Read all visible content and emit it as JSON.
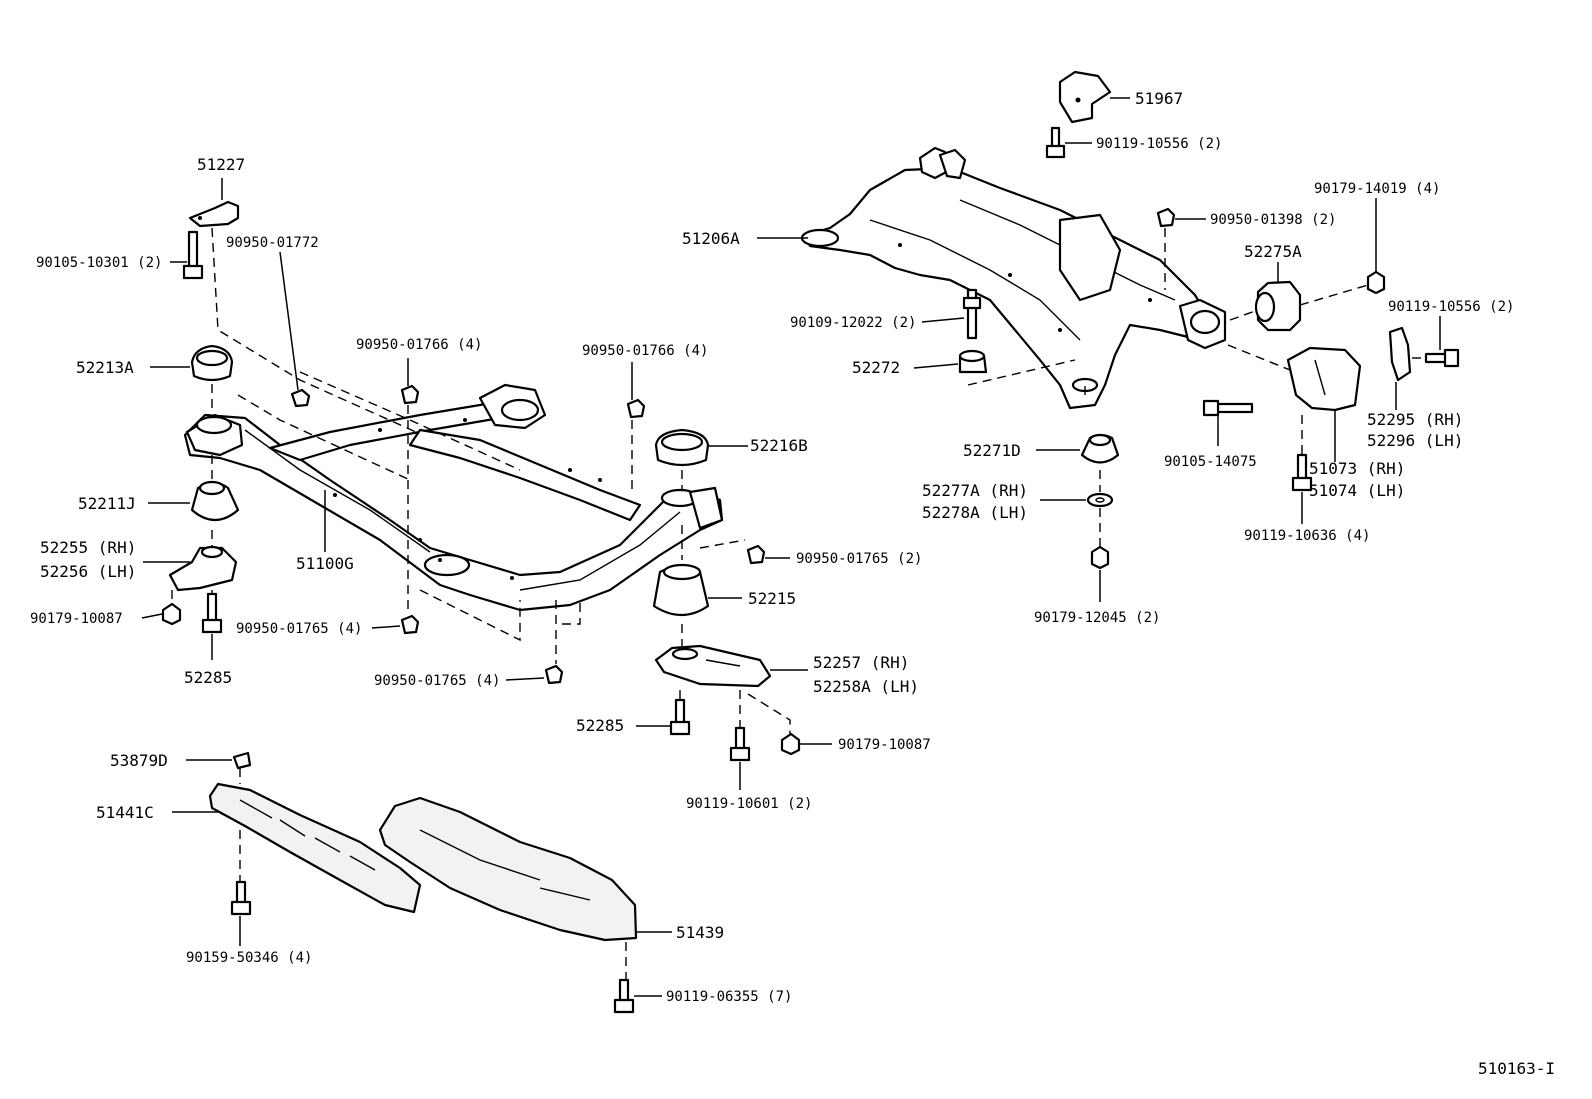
{
  "diagram_id": "510163-I",
  "labels": {
    "p51227": "51227",
    "p90105_10301": "90105-10301 (2)",
    "p90950_01772": "90950-01772",
    "p52213A": "52213A",
    "p90950_01766a": "90950-01766 (4)",
    "p90950_01766b": "90950-01766 (4)",
    "p52216B": "52216B",
    "p52211J": "52211J",
    "p52255": "52255 (RH)",
    "p52256": "52256 (LH)",
    "p51100G": "51100G",
    "p90950_01765_2": "90950-01765 (2)",
    "p90179_10087a": "90179-10087",
    "p52215": "52215",
    "p90950_01765a": "90950-01765 (4)",
    "p52285a": "52285",
    "p90950_01765b": "90950-01765 (4)",
    "p52257": "52257  (RH)",
    "p52258A": "52258A (LH)",
    "p52285b": "52285",
    "p90179_10087b": "90179-10087",
    "p90119_10601": "90119-10601 (2)",
    "p53879D": "53879D",
    "p51441C": "51441C",
    "p51439": "51439",
    "p90159_50346": "90159-50346 (4)",
    "p90119_06355": "90119-06355 (7)",
    "p51967": "51967",
    "p90119_10556a": "90119-10556 (2)",
    "p90179_14019": "90179-14019 (4)",
    "p51206A": "51206A",
    "p90950_01398": "90950-01398 (2)",
    "p52275A": "52275A",
    "p90109_12022": "90109-12022 (2)",
    "p90119_10556b": "90119-10556 (2)",
    "p52272": "52272",
    "p52295": "52295 (RH)",
    "p52296": "52296 (LH)",
    "p52271D": "52271D",
    "p90105_14075": "90105-14075",
    "p51073": "51073 (RH)",
    "p51074": "51074 (LH)",
    "p52277A": "52277A (RH)",
    "p52278A": "52278A (LH)",
    "p90119_10636": "90119-10636 (4)",
    "p90179_12045": "90179-12045 (2)"
  }
}
